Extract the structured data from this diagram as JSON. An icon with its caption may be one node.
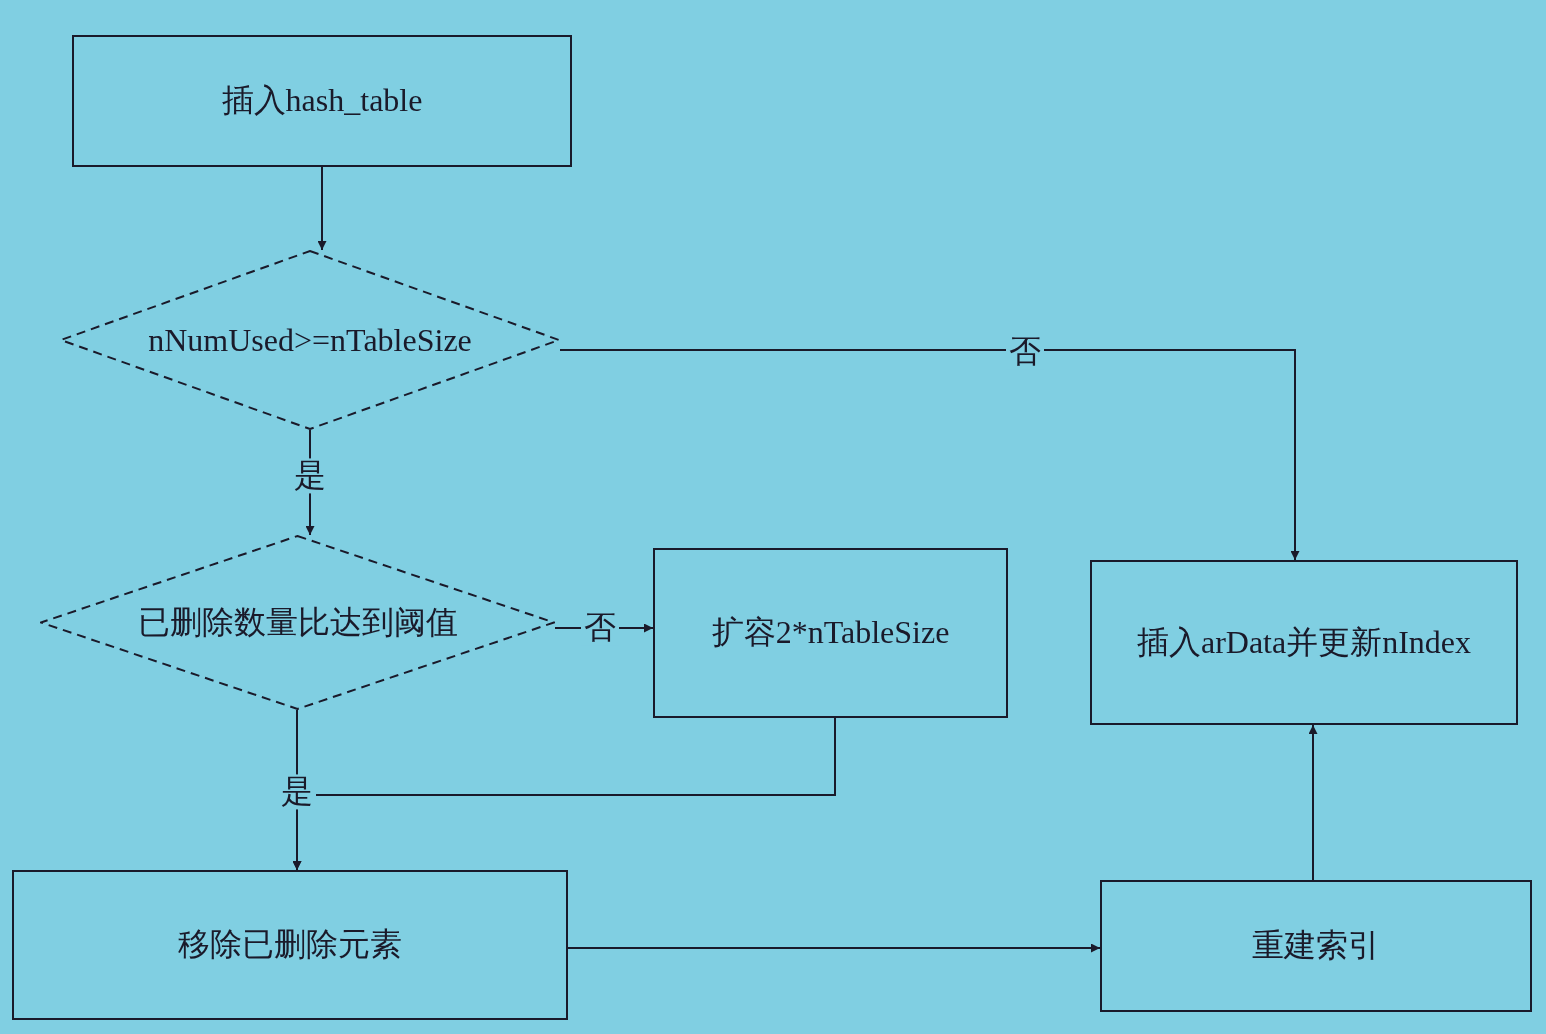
{
  "diagram": {
    "nodes": [
      {
        "text": [
          "插入hash_table"
        ]
      },
      {
        "text": [
          "nNumUsed>=nTableSize"
        ]
      },
      {
        "text": [
          "已删除数量比达到阈值"
        ]
      },
      {
        "text": [
          "扩容2*nTableSize"
        ]
      },
      {
        "text": [
          "插入arData并更新nIndex"
        ]
      },
      {
        "text": [
          "移除已删除元素"
        ]
      },
      {
        "text": [
          "重建索引"
        ]
      }
    ],
    "edges": [
      {
        "from": 0,
        "to": 1,
        "arrow": "to"
      },
      {
        "from": 1,
        "to": 4,
        "arrow": "to",
        "label": "否"
      },
      {
        "from": 1,
        "to": 2,
        "arrow": "to",
        "label": "是"
      },
      {
        "from": 2,
        "to": 3,
        "arrow": "to",
        "label": "否"
      },
      {
        "from": 2,
        "to": 5,
        "arrow": "to",
        "label": "是"
      },
      {
        "from": 3,
        "to": 5,
        "arrow": "to"
      },
      {
        "from": 5,
        "to": 6,
        "arrow": "to"
      },
      {
        "from": 6,
        "to": 4,
        "arrow": "to"
      }
    ]
  }
}
